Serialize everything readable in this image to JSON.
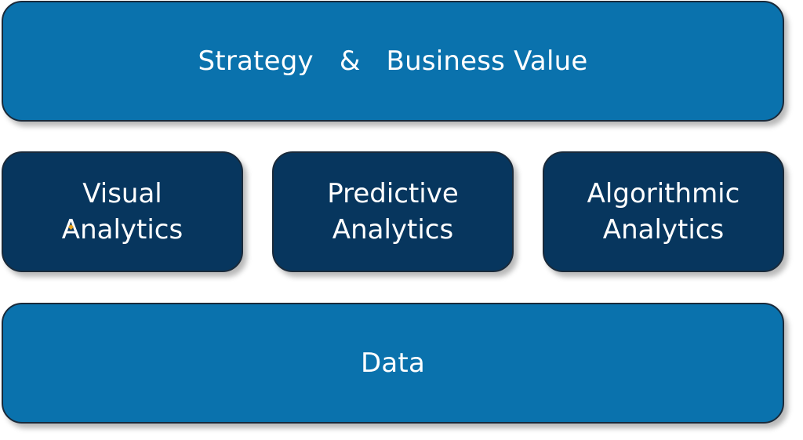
{
  "top": {
    "label": "Strategy   &   Business Value"
  },
  "middle": [
    {
      "line1": "Visual",
      "a": "A",
      "rest": "nalytics"
    },
    {
      "line1": "Predictive",
      "a": "A",
      "rest": "nalytics"
    },
    {
      "line1": "Algorithmic",
      "a": "A",
      "rest": "nalytics"
    }
  ],
  "bottom": {
    "label": "Data"
  },
  "colors": {
    "layer_blue": "#0a72ad",
    "analytics_navy": "#07365e",
    "accent_gold": "#e8a21c"
  }
}
